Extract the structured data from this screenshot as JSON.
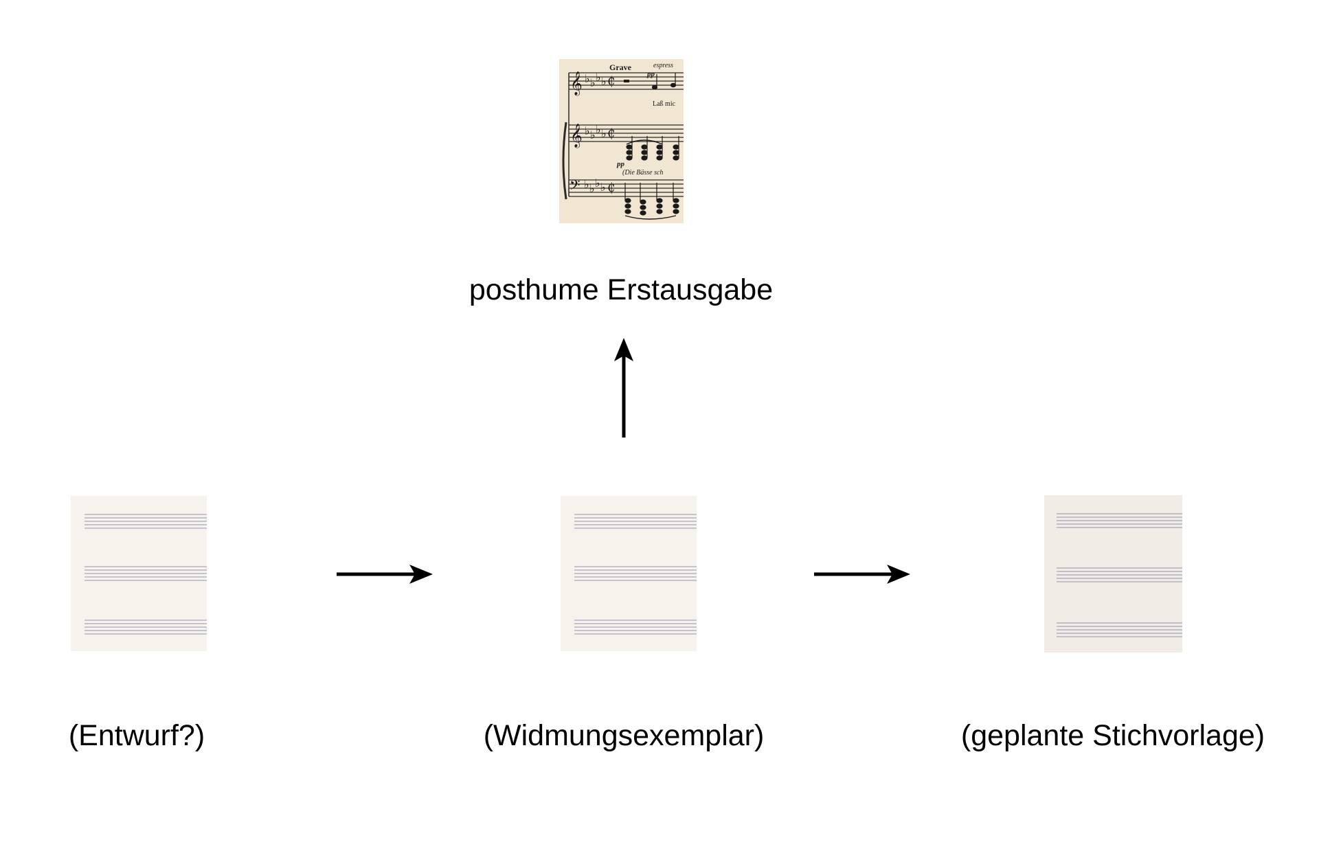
{
  "diagram": {
    "top": {
      "label": "posthume Erstausgabe",
      "image": "printed-score-excerpt",
      "score_text": {
        "tempo": "Grave",
        "expression": "espress",
        "dynamic_voice": "pp",
        "lyric": "Laß mic",
        "dynamic_piano": "pp",
        "instruction": "(Die Bässe sch"
      }
    },
    "nodes": [
      {
        "label": "(Entwurf?)",
        "image": "blank-staff-paper"
      },
      {
        "label": "(Widmungsexemplar)",
        "image": "blank-staff-paper"
      },
      {
        "label": "(geplante Stichvorlage)",
        "image": "blank-staff-paper"
      }
    ],
    "edges": [
      {
        "from": "(Entwurf?)",
        "to": "(Widmungsexemplar)"
      },
      {
        "from": "(Widmungsexemplar)",
        "to": "(geplante Stichvorlage)"
      },
      {
        "from": "(Widmungsexemplar)",
        "to": "posthume Erstausgabe"
      }
    ],
    "colors": {
      "paper_blank": "#f6f3ec",
      "paper_print": "#f0e6d2",
      "staff_lines": "#a7a9c0",
      "ink": "#1a1a1a"
    }
  }
}
